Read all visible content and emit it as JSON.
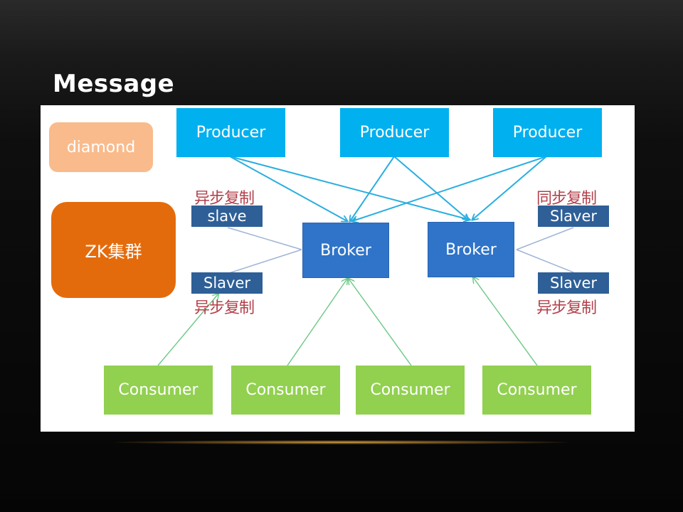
{
  "slide": {
    "title": "Message"
  },
  "diagram": {
    "config_nodes": {
      "diamond": "diamond",
      "zk_cluster": "ZK集群"
    },
    "producers": [
      {
        "label": "Producer"
      },
      {
        "label": "Producer"
      },
      {
        "label": "Producer"
      }
    ],
    "brokers": [
      {
        "label": "Broker"
      },
      {
        "label": "Broker"
      }
    ],
    "slaves": [
      {
        "label": "slave",
        "replication": "异步复制"
      },
      {
        "label": "Slaver",
        "replication": "异步复制"
      },
      {
        "label": "Slaver",
        "replication": "同步复制"
      },
      {
        "label": "Slaver",
        "replication": "异步复制"
      }
    ],
    "consumers": [
      {
        "label": "Consumer"
      },
      {
        "label": "Consumer"
      },
      {
        "label": "Consumer"
      },
      {
        "label": "Consumer"
      }
    ],
    "colors": {
      "producer": "#00b0ef",
      "broker": "#2f74c9",
      "slave": "#2e5f97",
      "consumer": "#92d050",
      "diamond": "#f9bb8c",
      "zk": "#e46b0c",
      "replication_label": "#b3404a",
      "producer_link": "#29aee0",
      "consumer_link": "#6cc785",
      "slave_link": "#9fb4d6"
    }
  }
}
